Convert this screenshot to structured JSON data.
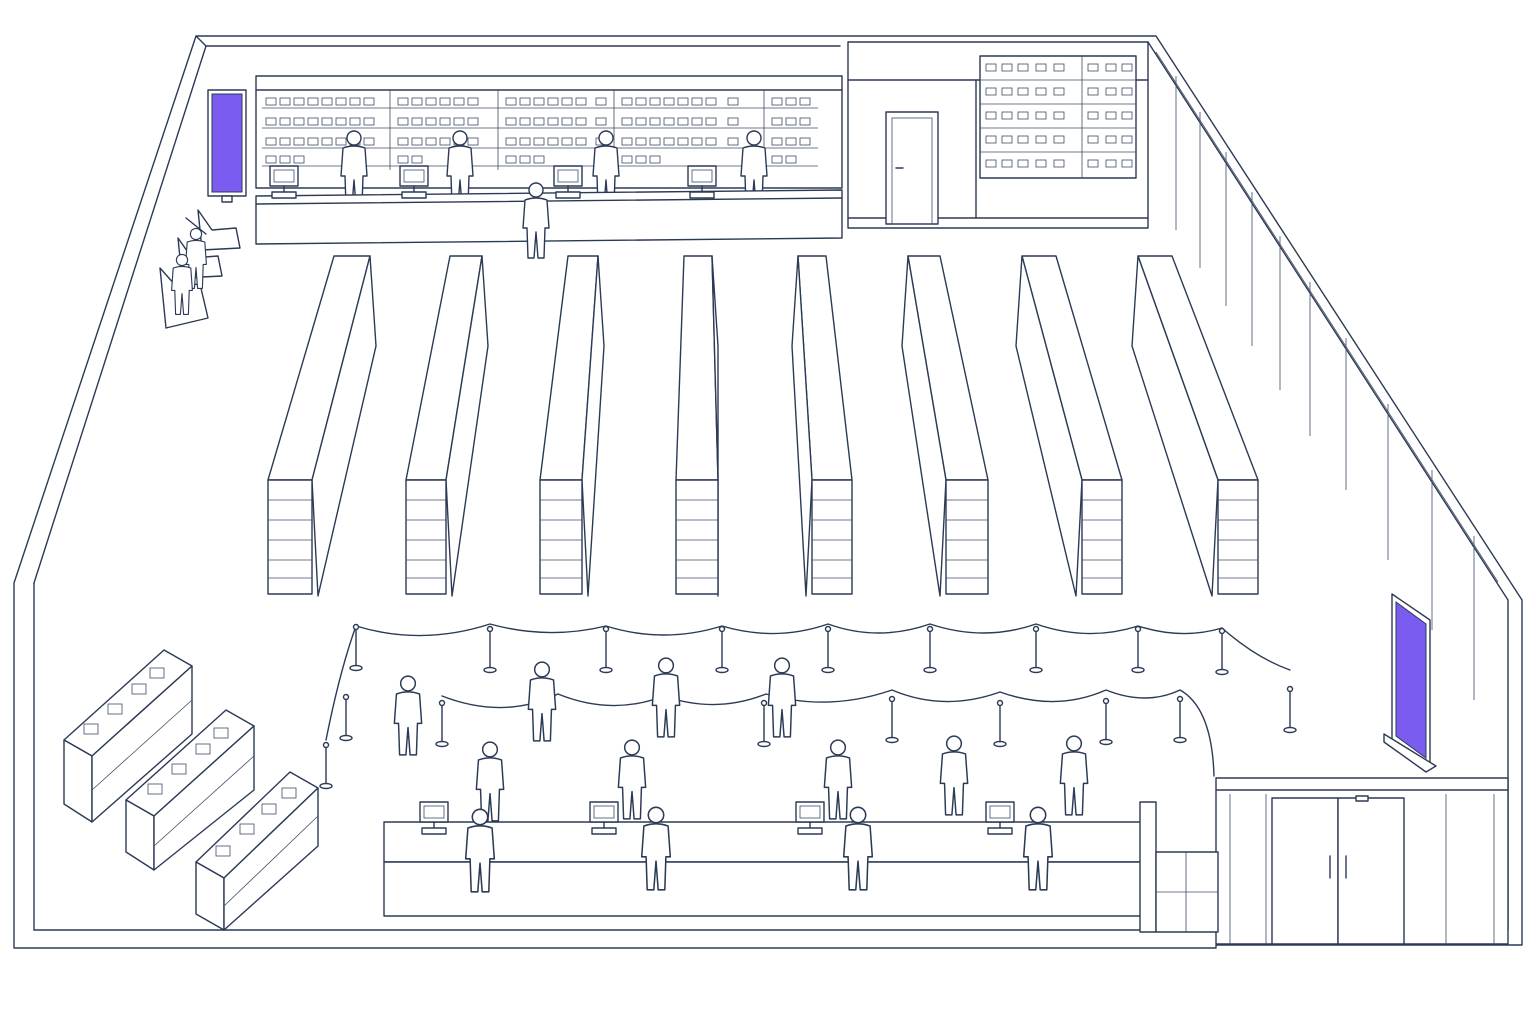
{
  "colors": {
    "line": "#2b3a55",
    "background": "#ffffff",
    "digital_sign": "#7b5cf0"
  },
  "scene": {
    "shelving_aisles": 8,
    "queue_stanchions_back_row": 10,
    "queue_stanchions_front_row": 8,
    "checkout_counter_registers": 4,
    "back_counter_pharmacists": 4,
    "waiting_chairs": 3,
    "display_cases": 3,
    "digital_signs": 2
  }
}
